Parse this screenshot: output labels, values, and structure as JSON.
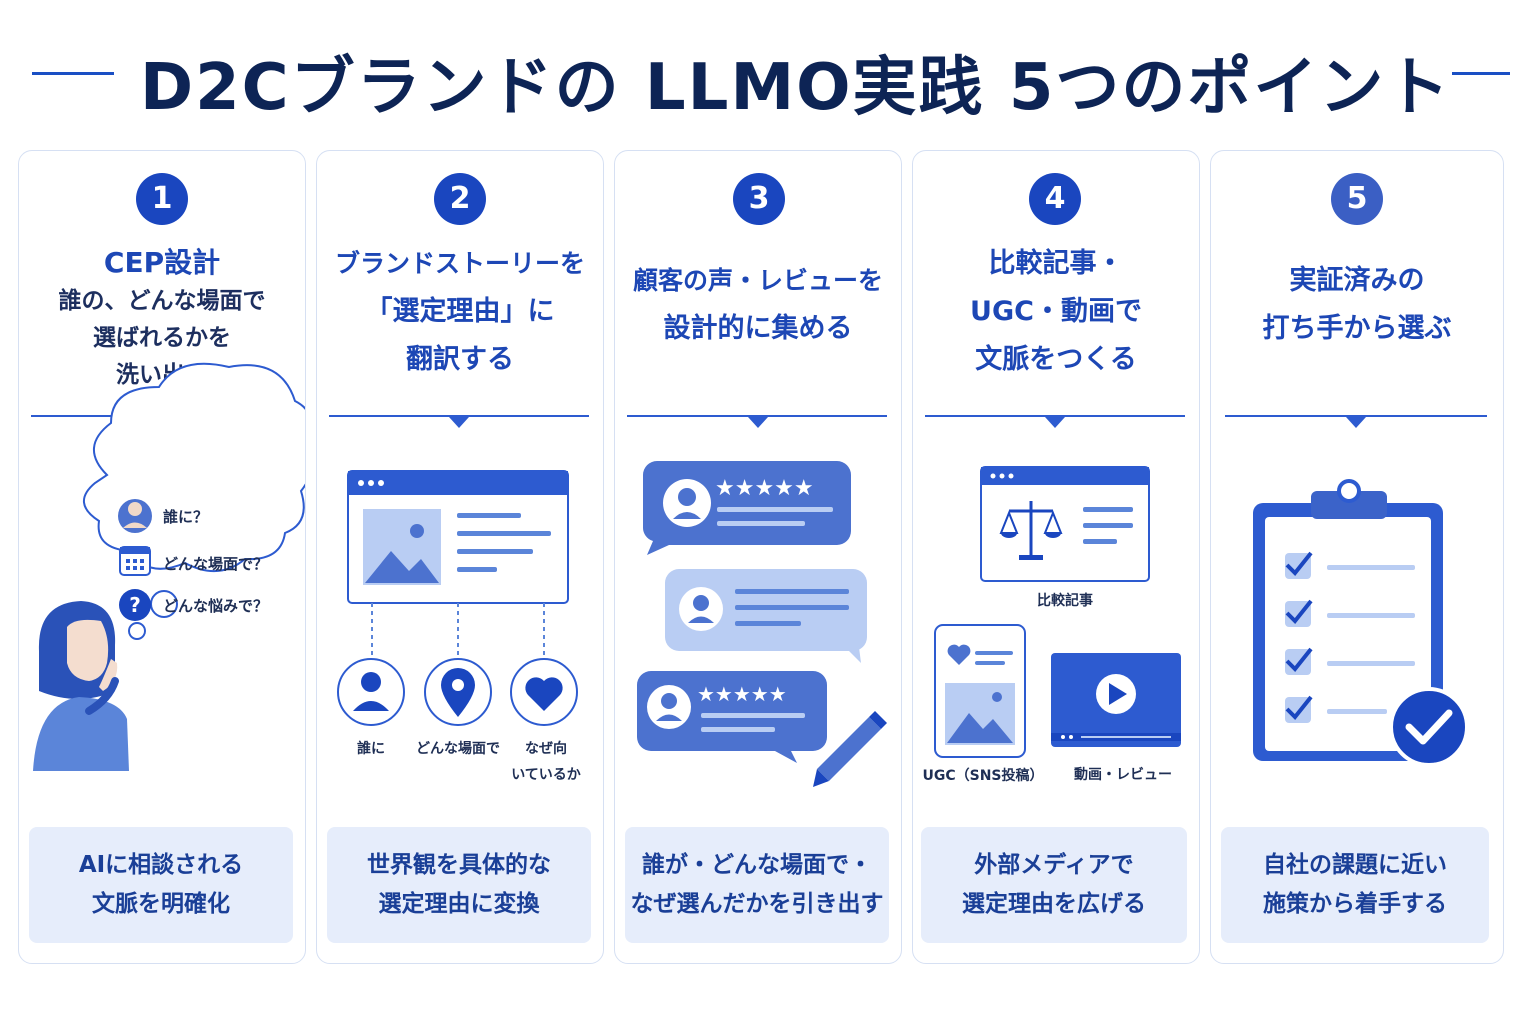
{
  "title": "D2Cブランドの LLMO実践 5つのポイント",
  "points": [
    {
      "number": "1",
      "heading_lines": [
        "CEP設計",
        "誰の、どんな場面で",
        "選ばれるかを",
        "洗い出す"
      ],
      "illustration": {
        "bubble_items": [
          "誰に？",
          "どんな場面で？",
          "どんな悩みで？"
        ]
      },
      "footer_lines": [
        "AIに相談される",
        "文脈を明確化"
      ]
    },
    {
      "number": "2",
      "heading_lines": [
        "ブランドストーリーを",
        "「選定理由」に",
        "翻訳する"
      ],
      "illustration": {
        "labels": [
          "誰に",
          "どんな場面で",
          "なぜ向",
          "いているか"
        ]
      },
      "footer_lines": [
        "世界観を具体的な",
        "選定理由に変換"
      ]
    },
    {
      "number": "3",
      "heading_lines": [
        "顧客の声・レビューを",
        "設計的に集める"
      ],
      "illustration": {
        "stars": "★★★★★"
      },
      "footer_lines": [
        "誰が・どんな場面で・",
        "なぜ選んだかを引き出す"
      ]
    },
    {
      "number": "4",
      "heading_lines": [
        "比較記事・",
        "UGC・動画で",
        "文脈をつくる"
      ],
      "illustration": {
        "labels": [
          "比較記事",
          "UGC（SNS投稿）",
          "動画・レビュー"
        ]
      },
      "footer_lines": [
        "外部メディアで",
        "選定理由を広げる"
      ]
    },
    {
      "number": "5",
      "heading_lines": [
        "実証済みの",
        "打ち手から選ぶ"
      ],
      "footer_lines": [
        "自社の課題に近い",
        "施策から着手する"
      ]
    }
  ],
  "colors": {
    "primary": "#1a46bf",
    "navy": "#0d2455",
    "light": "#e6edfb",
    "mid": "#5b85d9"
  }
}
